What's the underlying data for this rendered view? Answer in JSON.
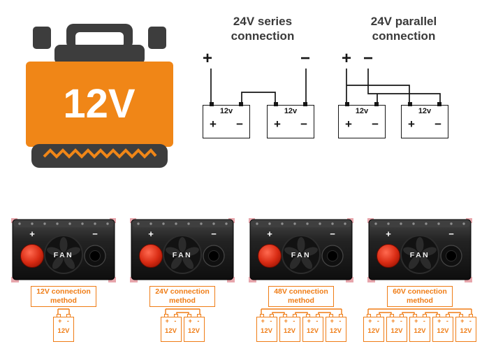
{
  "hero_battery": {
    "label": "12V"
  },
  "series_diagram": {
    "title": "24V series\nconnection",
    "plus": "+",
    "minus": "−",
    "batteries": [
      {
        "label": "12v",
        "plus": "+",
        "minus": "−"
      },
      {
        "label": "12v",
        "plus": "+",
        "minus": "−"
      }
    ]
  },
  "parallel_diagram": {
    "title": "24V parallel\nconnection",
    "plus": "+",
    "minus": "−",
    "batteries": [
      {
        "label": "12v",
        "plus": "+",
        "minus": "−"
      },
      {
        "label": "12v",
        "plus": "+",
        "minus": "−"
      }
    ]
  },
  "labels": {
    "battery_terminals": "+ -"
  },
  "colors": {
    "accent_orange": "#ef7c15",
    "battery_orange": "#f08617",
    "dark_gray": "#3d3d3d",
    "terminal_red": "#c72413"
  },
  "inverters": [
    {
      "plus": "+",
      "minus": "−",
      "fan_label": "FAN",
      "method": "12V connection\nmethod",
      "batteries": [
        "12V"
      ]
    },
    {
      "plus": "+",
      "minus": "−",
      "fan_label": "FAN",
      "method": "24V connection\nmethod",
      "batteries": [
        "12V",
        "12V"
      ]
    },
    {
      "plus": "+",
      "minus": "−",
      "fan_label": "FAN",
      "method": "48V connection\nmethod",
      "batteries": [
        "12V",
        "12V",
        "12V",
        "12V"
      ]
    },
    {
      "plus": "+",
      "minus": "−",
      "fan_label": "FAN",
      "method": "60V connection\nmethod",
      "batteries": [
        "12V",
        "12V",
        "12V",
        "12V",
        "12V"
      ]
    }
  ]
}
